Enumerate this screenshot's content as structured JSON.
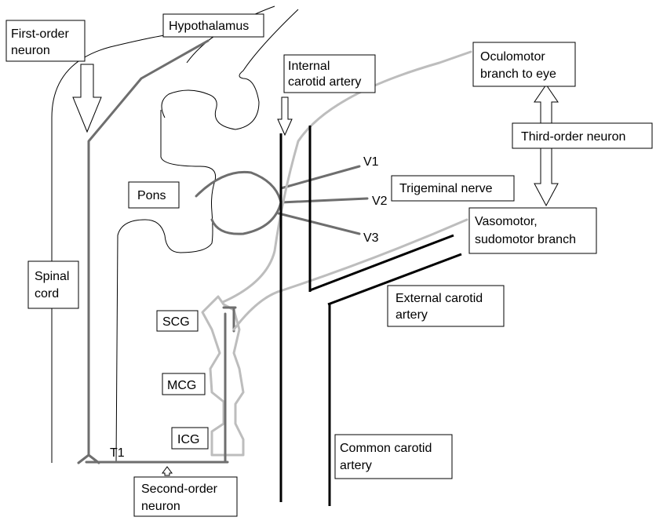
{
  "labels": {
    "first_order_line1": "First-order",
    "first_order_line2": "neuron",
    "hypothalamus": "Hypothalamus",
    "internal_carotid_line1": "Internal",
    "internal_carotid_line2": "carotid artery",
    "oculomotor_line1": "Oculomotor",
    "oculomotor_line2": "branch to eye",
    "third_order": "Third-order neuron",
    "v1": "V1",
    "v2": "V2",
    "v3": "V3",
    "trigeminal": "Trigeminal nerve",
    "pons": "Pons",
    "vasomotor_line1": "Vasomotor,",
    "vasomotor_line2": "sudomotor branch",
    "spinal_line1": "Spinal",
    "spinal_line2": "cord",
    "external_carotid_line1": "External carotid",
    "external_carotid_line2": "artery",
    "scg": "SCG",
    "mcg": "MCG",
    "icg": "ICG",
    "t1": "T1",
    "common_carotid_line1": "Common carotid",
    "common_carotid_line2": "artery",
    "second_order_line1": "Second-order",
    "second_order_line2": "neuron"
  },
  "colors": {
    "neuron_dark": "#6e6e6e",
    "neuron_light": "#bdbdbd",
    "outline": "#000000",
    "background": "#ffffff"
  }
}
